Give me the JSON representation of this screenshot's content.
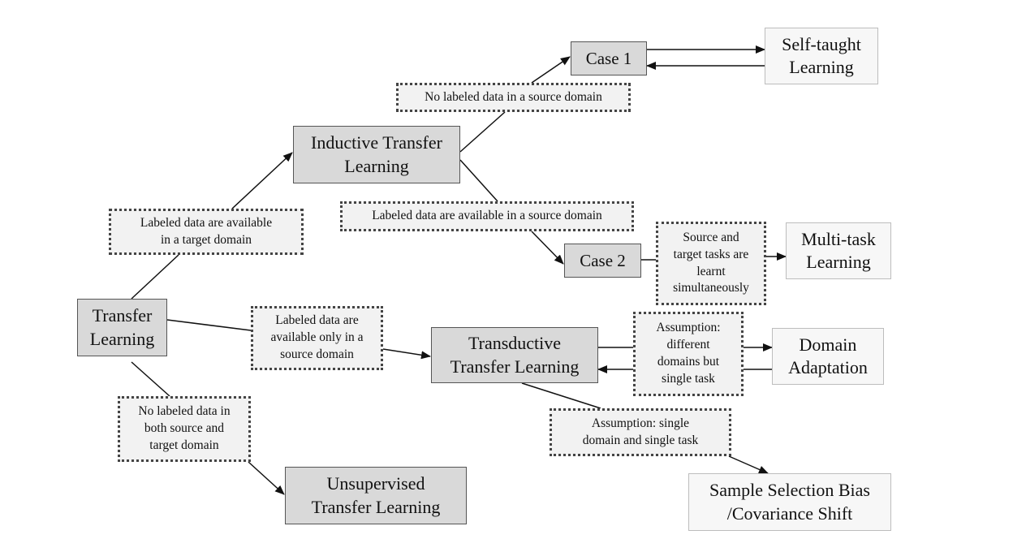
{
  "nodes": {
    "transfer_learning": "Transfer\nLearning",
    "inductive": "Inductive Transfer\nLearning",
    "transductive": "Transductive\nTransfer Learning",
    "unsupervised": "Unsupervised\nTransfer Learning",
    "case1": "Case 1",
    "case2": "Case 2",
    "self_taught": "Self-taught\nLearning",
    "multi_task": "Multi-task\nLearning",
    "domain_adaptation": "Domain\nAdaptation",
    "sample_selection": "Sample Selection Bias\n/Covariance Shift"
  },
  "conditions": {
    "labeled_target": "Labeled data are available\nin a target domain",
    "labeled_source_only": "Labeled data are\navailable only in a\nsource domain",
    "no_labeled_both": "No labeled data in\nboth source and\ntarget domain",
    "no_labeled_source": "No labeled data in a source domain",
    "labeled_source": "Labeled data are available in a source domain",
    "simultaneous": "Source and\ntarget tasks are\nlearnt\nsimultaneously",
    "diff_domains": "Assumption:\ndifferent\ndomains but\nsingle task",
    "single_domain": "Assumption: single\ndomain and single task"
  }
}
